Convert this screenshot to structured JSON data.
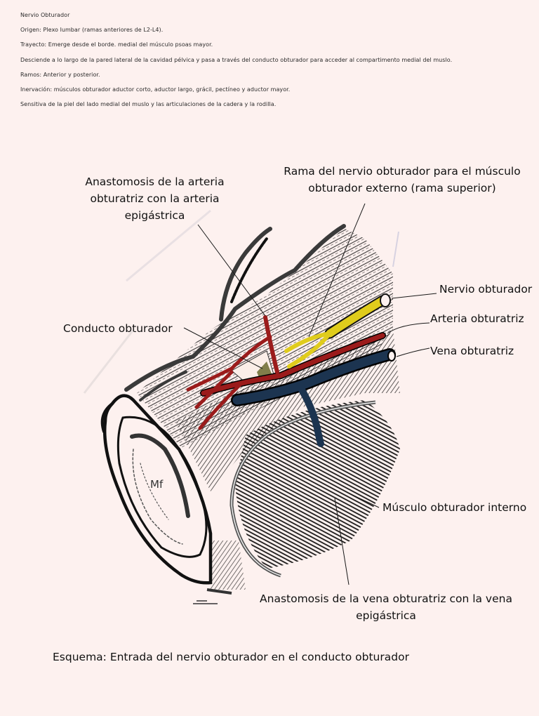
{
  "notes": [
    "Nervio Obturador",
    "Origen: Plexo lumbar (ramas anteriores de L2-L4).",
    "Trayecto: Emerge desde el borde. medial del músculo psoas mayor.",
    "Desciende a lo largo de la pared lateral de la cavidad pélvica y pasa a través del conducto obturador para acceder al compartimento medial del muslo.",
    "Ramos: Anterior y posterior.",
    "Inervación: músculos obturador aductor corto, aductor largo, grácil, pectíneo y aductor mayor.",
    "Sensitiva de la piel del lado medial del muslo y las articulaciones de la cadera y la rodilla."
  ],
  "labels": {
    "anastomosis_arteria": [
      "Anastomosis de la arteria",
      "obturatriz con la arteria",
      "epigástrica"
    ],
    "rama_nervio": [
      "Rama del nervio obturador para el músculo",
      "obturador externo (rama superior)"
    ],
    "conducto": "Conducto obturador",
    "nervio": "Nervio obturador",
    "arteria": "Arteria obturatriz",
    "vena": "Vena obturatriz",
    "musculo": "Músculo obturador interno",
    "anastomosis_vena": [
      "Anastomosis de la vena obturatriz con la vena",
      "epigástrica"
    ],
    "mf": "Mf"
  },
  "caption": "Esquema: Entrada del nervio obturador en el conducto obturador",
  "colors": {
    "background": "#fdf1ef",
    "nerve": "#e0cc1c",
    "artery": "#9b1b1b",
    "vein": "#1c3450",
    "ink": "#222222",
    "outline": "#3a3a3a"
  }
}
